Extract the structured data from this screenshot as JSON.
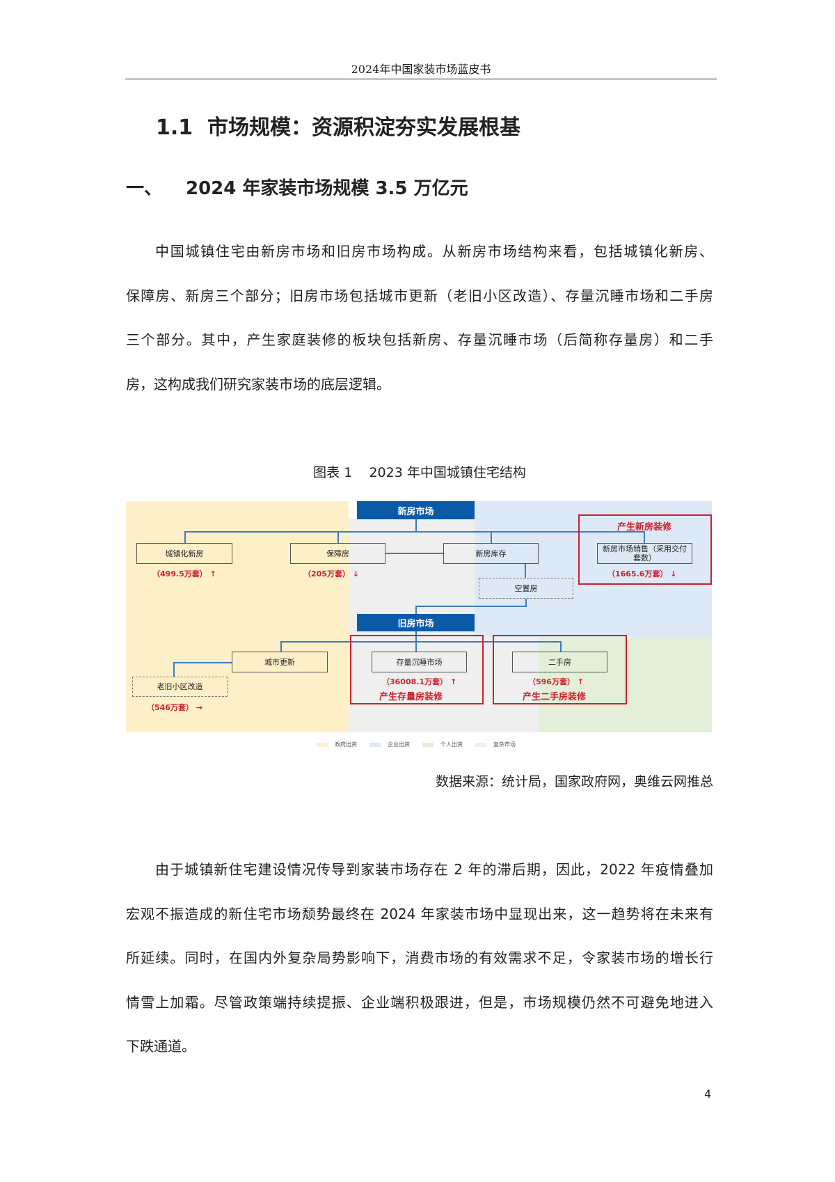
{
  "header": {
    "title": "2024年中国家装市场蓝皮书"
  },
  "section_title": "1.1  市场规模：资源积淀夯实发展根基",
  "subsection": {
    "number": "一、",
    "title": "2024 年家装市场规模 3.5 万亿元"
  },
  "paragraph1": [
    "中国城镇住宅由新房市场和旧房市场构成。从新房市场结构来看，包括城镇化新房、",
    "保障房、新房三个部分；旧房市场包括城市更新（老旧小区改造）、存量沉睡市场和二手房",
    "三个部分。其中，产生家庭装修的板块包括新房、存量沉睡市场（后简称存量房）和二手",
    "房，这构成我们研究家装市场的底层逻辑。"
  ],
  "figure": {
    "caption": "图表 1    2023 年中国城镇住宅结构",
    "new_market": "新房市场",
    "old_market": "旧房市场",
    "urban_new": "城镇化新房",
    "urban_new_value": "（499.5万套）",
    "urban_new_trend": "↑",
    "affordable": "保障房",
    "affordable_value": "（205万套）",
    "affordable_trend": "↓",
    "inventory": "新房库存",
    "vacant": "空置房",
    "new_sales": "新房市场销售（采用交付套数）",
    "new_sales_value": "（1665.6万套）",
    "new_sales_trend": "↓",
    "new_reno": "产生新房装修",
    "urban_renewal": "城市更新",
    "old_community": "老旧小区改造",
    "old_community_value": "（546万套）",
    "old_community_trend": "→",
    "dormant": "存量沉睡市场",
    "dormant_value": "（36008.1万套）",
    "dormant_trend": "↑",
    "dormant_reno": "产生存量房装修",
    "second_hand": "二手房",
    "second_hand_value": "（596万套）",
    "second_hand_trend": "↑",
    "second_hand_reno": "产生二手房装修",
    "legend": [
      {
        "label": "政府出资",
        "color": "#fdefc8"
      },
      {
        "label": "企业出资",
        "color": "#dde9f6"
      },
      {
        "label": "个人出资",
        "color": "#e3efd8"
      },
      {
        "label": "复杂市场",
        "color": "#efefef"
      }
    ],
    "colors": {
      "market_box": "#0b5aa8",
      "highlight": "#d0202a"
    },
    "source": "数据来源：统计局，国家政府网，奥维云网推总"
  },
  "paragraph2": [
    "由于城镇新住宅建设情况传导到家装市场存在 2 年的滞后期，因此，2022 年疫情叠加",
    "宏观不振造成的新住宅市场颓势最终在 2024 年家装市场中显现出来，这一趋势将在未来有",
    "所延续。同时，在国内外复杂局势影响下，消费市场的有效需求不足，令家装市场的增长行",
    "情雪上加霜。尽管政策端持续提振、企业端积极跟进，但是，市场规模仍然不可避免地进入",
    "下跌通道。"
  ],
  "page_number": "4"
}
